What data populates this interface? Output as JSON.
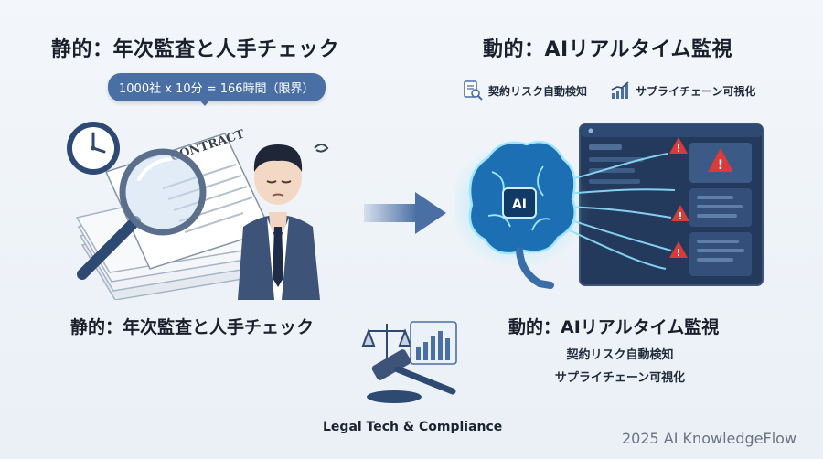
{
  "left": {
    "title": "静的：年次監査と人手チェック",
    "bubble": "1000社 x 10分 = 166時間（限界）",
    "contract_label": "CONTRACT",
    "subtitle": "静的：年次監査と人手チェック"
  },
  "right": {
    "title": "動的：AIリアルタイム監視",
    "feature_1": "契約リスク自動検知",
    "feature_2": "サプライチェーン可視化",
    "ai_chip_label": "AI",
    "subtitle": "動的：AIリアルタイム監視",
    "sub_feature_1": "契約リスク自動検知",
    "sub_feature_2": "サプライチェーン可視化"
  },
  "center": {
    "caption": "Legal Tech & Compliance"
  },
  "footer": {
    "credit": "2025 AI KnowledgeFlow"
  },
  "colors": {
    "accent_blue": "#4a6fa5",
    "alert_red": "#d93a3a",
    "glow_cyan": "#5ad0ff",
    "dark_panel": "#243a5c"
  },
  "icons": [
    "clock-icon",
    "magnifier-icon",
    "document-search-icon",
    "chart-icon",
    "ai-brain-icon",
    "gavel-icon",
    "scales-icon",
    "warning-icon",
    "arrow-right-icon"
  ]
}
